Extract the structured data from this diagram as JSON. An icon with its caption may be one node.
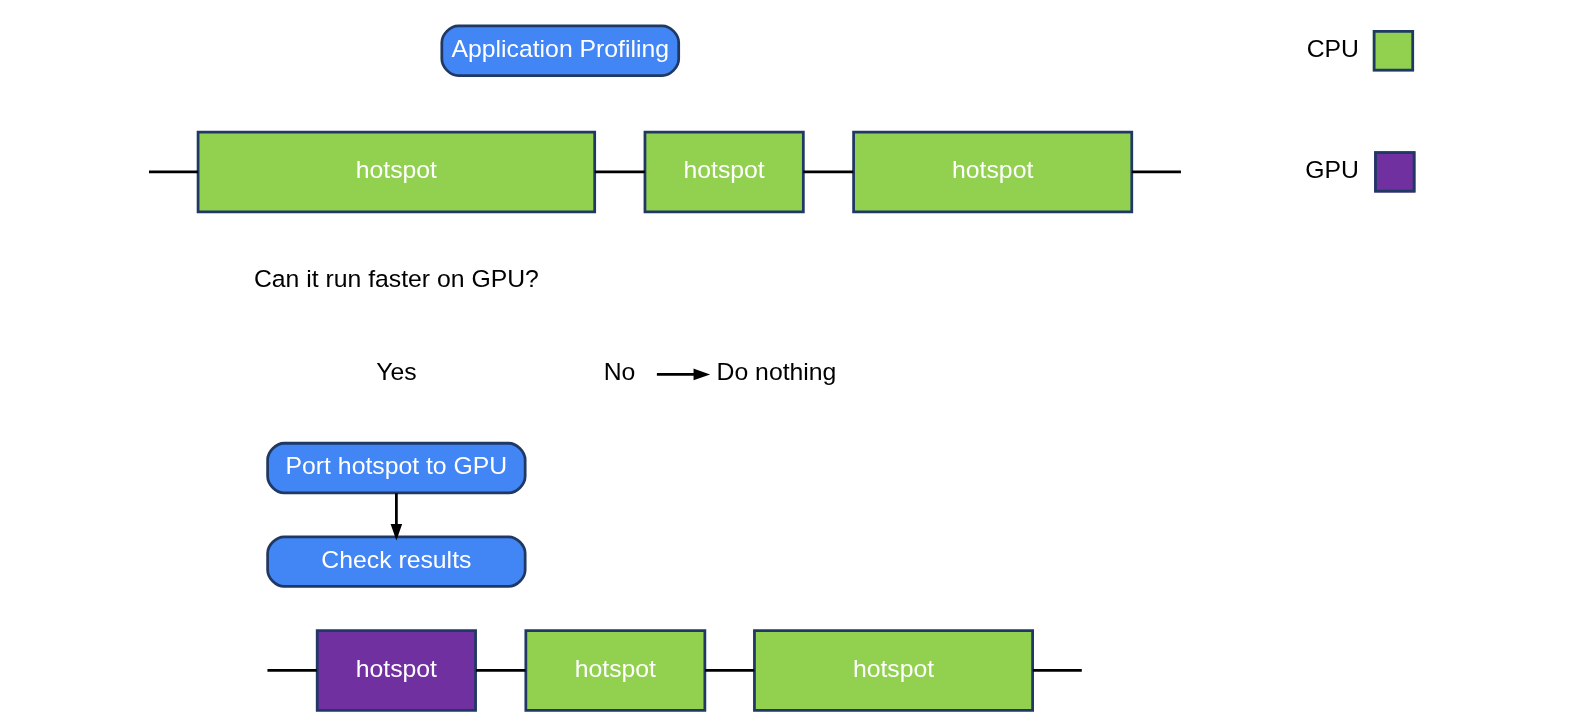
{
  "diagram": {
    "nodes": [
      {
        "text": [
          "Application Profiling"
        ]
      },
      {
        "text": [
          "hotspot"
        ]
      },
      {
        "text": [
          "hotspot"
        ]
      },
      {
        "text": [
          "hotspot"
        ]
      },
      {
        "text": [
          "No"
        ]
      },
      {
        "text": [
          "Do nothing"
        ]
      },
      {
        "text": [
          "Port hotspot to GPU"
        ]
      },
      {
        "text": [
          "Check results"
        ]
      },
      {
        "text": [
          "hotspot"
        ]
      },
      {
        "text": [
          "hotspot"
        ]
      },
      {
        "text": [
          "hotspot"
        ]
      }
    ],
    "edges": [
      {
        "from": null,
        "to": 1,
        "arrow": "none"
      },
      {
        "from": 1,
        "to": 2,
        "arrow": "none"
      },
      {
        "from": 2,
        "to": 3,
        "arrow": "none"
      },
      {
        "from": 3,
        "to": null,
        "arrow": "none"
      },
      {
        "from": 4,
        "to": 5,
        "arrow": "to"
      },
      {
        "from": 6,
        "to": 7,
        "arrow": "to"
      },
      {
        "from": null,
        "to": 8,
        "arrow": "none"
      },
      {
        "from": 8,
        "to": 9,
        "arrow": "none"
      },
      {
        "from": 9,
        "to": 10,
        "arrow": "none"
      },
      {
        "from": 10,
        "to": null,
        "arrow": "none"
      }
    ],
    "labels": [
      "Can it run faster on GPU?",
      "Yes"
    ],
    "legend": [
      {
        "text": "CPU",
        "color": "#92d050"
      },
      {
        "text": "GPU",
        "color": "#7030a0"
      }
    ]
  }
}
